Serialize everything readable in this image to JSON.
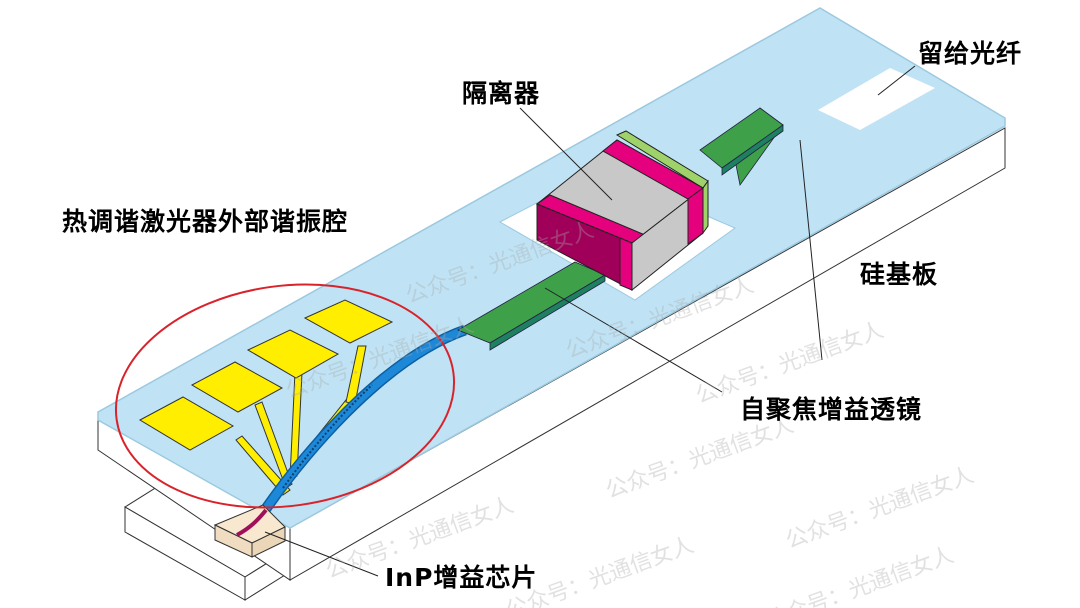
{
  "labels": {
    "isolator": "隔离器",
    "fiber_slot": "留给光纤",
    "external_cavity": "热调谐激光器外部谐振腔",
    "silicon_substrate": "硅基板",
    "grin_lens": "自聚焦增益透镜",
    "inp_gain_chip": "InP增益芯片"
  },
  "watermark": "公众号：光通信女人",
  "colors": {
    "glass": "#bfe3f5",
    "waveguide": "#1e88d8",
    "heater_pads": "#ffee00",
    "lens": "#3fa04a",
    "isolator_magenta": "#e5007e",
    "isolator_body": "#c8c8c8",
    "gain_chip": "#f7e8cf",
    "highlight_ellipse": "#d9232b"
  }
}
